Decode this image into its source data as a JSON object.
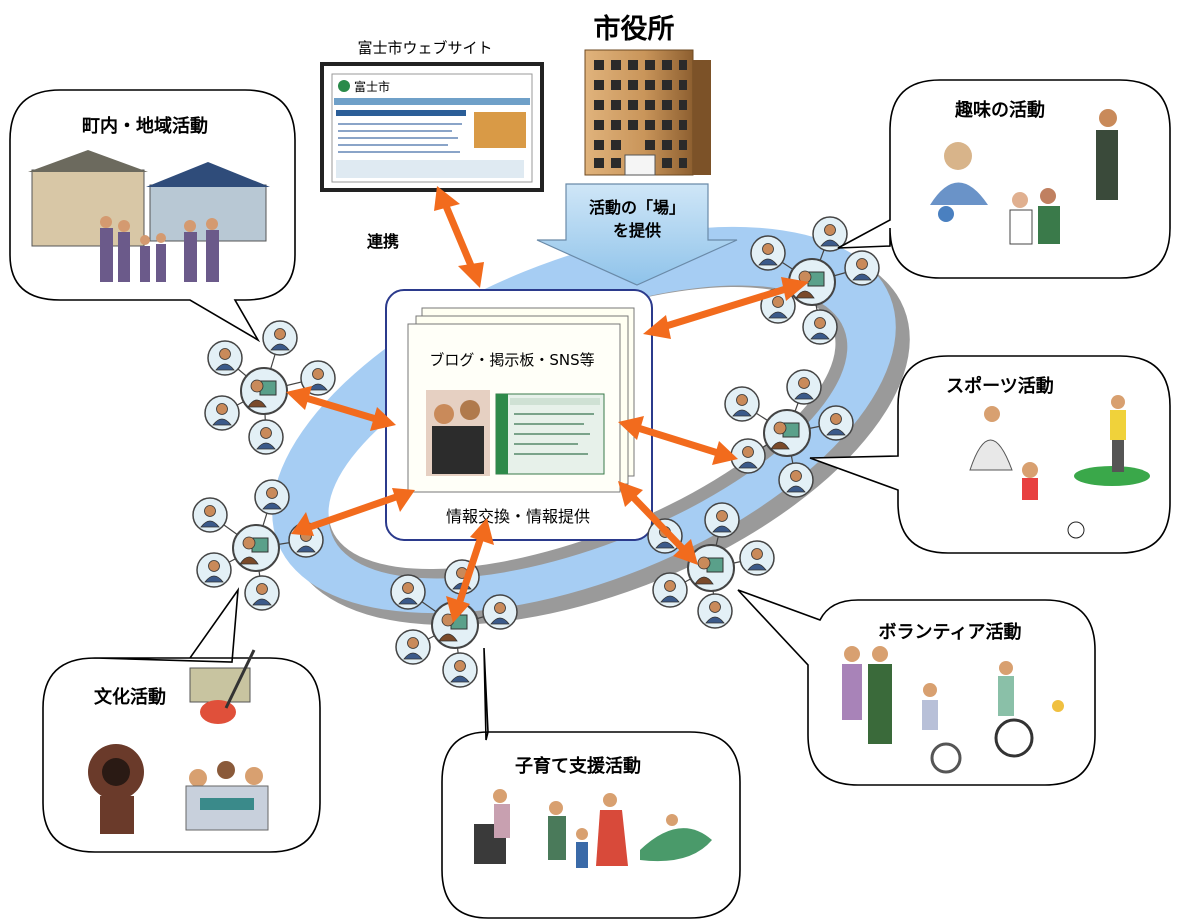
{
  "city_hall": {
    "label": "市役所"
  },
  "website": {
    "caption": "富士市ウェブサイト",
    "logo_text": "富士市"
  },
  "link_label": "連携",
  "provide_arrow": {
    "line1": "活動の「場」",
    "line2": "を提供"
  },
  "center": {
    "top_label": "ブログ・掲示板・SNS等",
    "bottom_label": "情報交換・情報提供"
  },
  "activities": {
    "community": "町内・地域活動",
    "hobby": "趣味の活動",
    "sports": "スポーツ活動",
    "volunteer": "ボランティア活動",
    "childcare": "子育て支援活動",
    "culture": "文化活動"
  },
  "colors": {
    "ring": "#a6cdf3",
    "ring_shadow": "#9a9a9a",
    "arrow": "#f26b1d",
    "center_border": "#2b3a8c",
    "provide_arrow_fill": "#a8d2ef",
    "building": "#c9955a"
  }
}
